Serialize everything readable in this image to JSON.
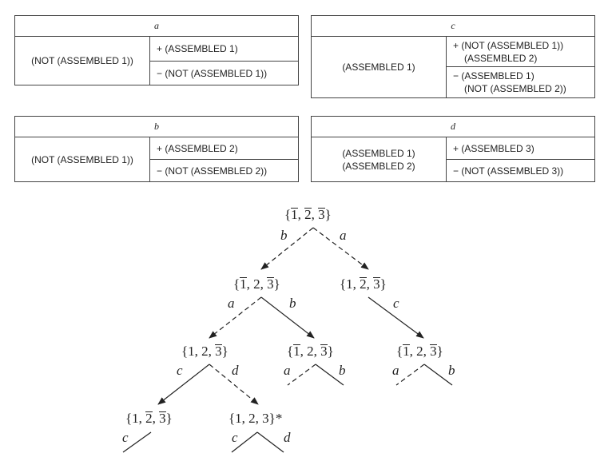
{
  "operators": {
    "a": {
      "name": "a",
      "pre": [
        "(NOT (ASSEMBLED 1))"
      ],
      "add": [
        "+ (ASSEMBLED 1)"
      ],
      "del": [
        "− (NOT (ASSEMBLED 1))"
      ]
    },
    "b": {
      "name": "b",
      "pre": [
        "(NOT (ASSEMBLED 1))"
      ],
      "add": [
        "+ (ASSEMBLED 2)"
      ],
      "del": [
        "− (NOT (ASSEMBLED 2))"
      ]
    },
    "c": {
      "name": "c",
      "pre": [
        "(ASSEMBLED 1)"
      ],
      "add": [
        "+ (NOT (ASSEMBLED 1))",
        "(ASSEMBLED 2)"
      ],
      "del": [
        "− (ASSEMBLED 1)",
        "(NOT (ASSEMBLED 2))"
      ]
    },
    "d": {
      "name": "d",
      "pre": [
        "(ASSEMBLED 1)",
        "(ASSEMBLED 2)"
      ],
      "add": [
        "+ (ASSEMBLED 3)"
      ],
      "del": [
        "− (NOT (ASSEMBLED 3))"
      ]
    }
  },
  "tree": {
    "nodes": {
      "root": {
        "digits": [
          {
            "d": "1",
            "bar": true
          },
          {
            "d": "2",
            "bar": true
          },
          {
            "d": "3",
            "bar": true
          }
        ],
        "mark": ""
      },
      "n_b": {
        "digits": [
          {
            "d": "1",
            "bar": true
          },
          {
            "d": "2",
            "bar": false
          },
          {
            "d": "3",
            "bar": true
          }
        ],
        "mark": ""
      },
      "n_a": {
        "digits": [
          {
            "d": "1",
            "bar": false
          },
          {
            "d": "2",
            "bar": true
          },
          {
            "d": "3",
            "bar": true
          }
        ],
        "mark": ""
      },
      "n_ba": {
        "digits": [
          {
            "d": "1",
            "bar": false
          },
          {
            "d": "2",
            "bar": false
          },
          {
            "d": "3",
            "bar": true
          }
        ],
        "mark": ""
      },
      "n_bb": {
        "digits": [
          {
            "d": "1",
            "bar": true
          },
          {
            "d": "2",
            "bar": false
          },
          {
            "d": "3",
            "bar": true
          }
        ],
        "mark": ""
      },
      "n_ac": {
        "digits": [
          {
            "d": "1",
            "bar": true
          },
          {
            "d": "2",
            "bar": false
          },
          {
            "d": "3",
            "bar": true
          }
        ],
        "mark": ""
      },
      "n_bac": {
        "digits": [
          {
            "d": "1",
            "bar": false
          },
          {
            "d": "2",
            "bar": true
          },
          {
            "d": "3",
            "bar": true
          }
        ],
        "mark": ""
      },
      "n_bad": {
        "digits": [
          {
            "d": "1",
            "bar": false
          },
          {
            "d": "2",
            "bar": false
          },
          {
            "d": "3",
            "bar": false
          }
        ],
        "mark": "*"
      }
    },
    "edge_labels": {
      "root_b": "b",
      "root_a": "a",
      "nb_a": "a",
      "nb_b": "b",
      "na_c": "c",
      "nba_c": "c",
      "nba_d": "d",
      "nbb_a": "a",
      "nbb_b": "b",
      "nac_a": "a",
      "nac_b": "b",
      "nbac_c": "c",
      "nbad_c": "c",
      "nbad_d": "d"
    }
  }
}
